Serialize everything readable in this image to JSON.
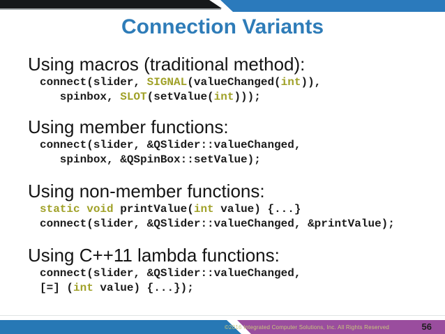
{
  "slide": {
    "title": "Connection Variants",
    "page_number": "56",
    "footer_copyright": "©2016 Integrated Computer Solutions, Inc. All Rights Reserved",
    "colors": {
      "title_blue": "#2e7cb8",
      "bar_black": "#16181a",
      "bar_blue": "#2b7abc",
      "footer_blue": "#2778b5",
      "footer_purple": "#9a4d9e",
      "keyword_olive": "#a0a128",
      "code_black": "#1a1a1a",
      "heading_black": "#141414",
      "copyright_khaki": "#c9c77c",
      "page_num_dark": "#1f1f1f"
    }
  },
  "sections": [
    {
      "heading": "Using macros (traditional method):",
      "code": [
        {
          "segments": [
            {
              "text": "connect(slider, "
            },
            {
              "text": "SIGNAL",
              "keyword": true
            },
            {
              "text": "(valueChanged("
            },
            {
              "text": "int",
              "keyword": true
            },
            {
              "text": ")),"
            }
          ]
        },
        {
          "segments": [
            {
              "text": "   spinbox, "
            },
            {
              "text": "SLOT",
              "keyword": true
            },
            {
              "text": "(setValue("
            },
            {
              "text": "int",
              "keyword": true
            },
            {
              "text": ")));"
            }
          ]
        }
      ]
    },
    {
      "heading": "Using member functions:",
      "code": [
        {
          "segments": [
            {
              "text": "connect(slider, &QSlider::valueChanged,"
            }
          ]
        },
        {
          "segments": [
            {
              "text": "   spinbox, &QSpinBox::setValue);"
            }
          ]
        }
      ]
    },
    {
      "heading": "Using non-member functions:",
      "code": [
        {
          "segments": [
            {
              "text": "static void",
              "keyword": true
            },
            {
              "text": " printValue("
            },
            {
              "text": "int",
              "keyword": true
            },
            {
              "text": " value) {...}"
            }
          ]
        },
        {
          "segments": [
            {
              "text": "connect(slider, &QSlider::valueChanged, &printValue);"
            }
          ]
        }
      ]
    },
    {
      "heading": "Using C++11 lambda functions:",
      "code": [
        {
          "segments": [
            {
              "text": "connect(slider, &QSlider::valueChanged,"
            }
          ]
        },
        {
          "segments": [
            {
              "text": "[=] ("
            },
            {
              "text": "int",
              "keyword": true
            },
            {
              "text": " value) {...});"
            }
          ]
        }
      ]
    }
  ]
}
